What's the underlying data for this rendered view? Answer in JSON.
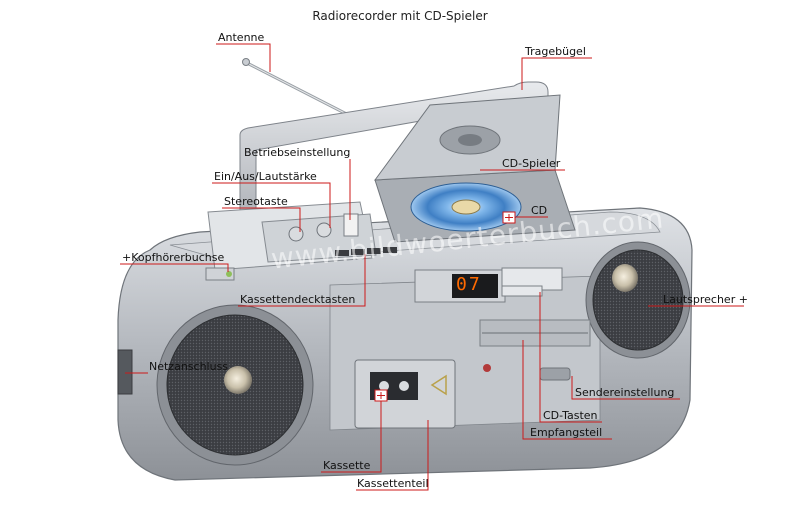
{
  "title": "Radiorecorder mit CD-Spieler",
  "watermark": "www.bildwoerterbuch.com",
  "display_digits": "07",
  "labels": {
    "antenne": "Antenne",
    "tragebuegel": "Tragebügel",
    "betriebseinstellung": "Betriebseinstellung",
    "ein_aus_lautstaerke": "Ein/Aus/Lautstärke",
    "cd_spieler": "CD-Spieler",
    "stereotaste": "Stereotaste",
    "cd": "CD",
    "kopfhoererbuchse": "Kopfhörerbuchse",
    "kassettendecktasten": "Kassettendecktasten",
    "lautsprecher": "Lautsprecher",
    "netzanschluss": "Netzanschluss",
    "sendereinstellung": "Sendereinstellung",
    "cd_tasten": "CD-Tasten",
    "empfangsteil": "Empfangsteil",
    "kassette": "Kassette",
    "kassettenteil": "Kassettenteil"
  },
  "colors": {
    "leader": "#cc1a1a",
    "body": "#b9bdc3",
    "speaker_grille": "#3a3c40",
    "lcd_digits": "#ff6a00",
    "cd_disc": "#4a8fd0"
  }
}
